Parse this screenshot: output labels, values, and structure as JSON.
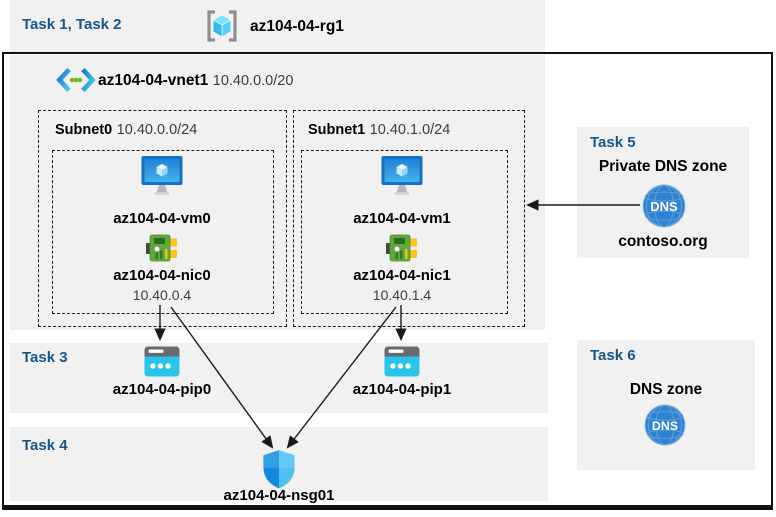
{
  "title_band": {
    "tasks_label": "Task 1, Task 2",
    "resource_group": "az104-04-rg1"
  },
  "vnet": {
    "name": "az104-04-vnet1",
    "cidr": "10.40.0.0/20"
  },
  "subnets": [
    {
      "name": "Subnet0",
      "cidr": "10.40.0.0/24",
      "vm_name": "az104-04-vm0",
      "nic_name": "az104-04-nic0",
      "nic_ip": "10.40.0.4"
    },
    {
      "name": "Subnet1",
      "cidr": "10.40.1.0/24",
      "vm_name": "az104-04-vm1",
      "nic_name": "az104-04-nic1",
      "nic_ip": "10.40.1.4"
    }
  ],
  "task3": {
    "label": "Task 3",
    "pip0": "az104-04-pip0",
    "pip1": "az104-04-pip1"
  },
  "task4": {
    "label": "Task 4",
    "nsg_name": "az104-04-nsg01"
  },
  "task5": {
    "label": "Task 5",
    "heading": "Private DNS zone",
    "zone_name": "contoso.org",
    "dns_badge": "DNS"
  },
  "task6": {
    "label": "Task 6",
    "heading": "DNS zone",
    "dns_badge": "DNS"
  },
  "icons": {
    "resource_group": "resource-group-icon",
    "virtual_network": "virtual-network-icon",
    "virtual_machine": "virtual-machine-icon",
    "network_interface": "network-interface-icon",
    "public_ip": "public-ip-icon",
    "network_security_group": "nsg-shield-icon",
    "dns_zone": "dns-globe-icon"
  },
  "colors": {
    "task_label_blue": "#15568d",
    "band_gray": "#f1f1f1",
    "azure_blue": "#1490df",
    "nic_green": "#61a93e",
    "pip_cyan": "#2ac3ea",
    "line_black": "#1a1a1a"
  }
}
